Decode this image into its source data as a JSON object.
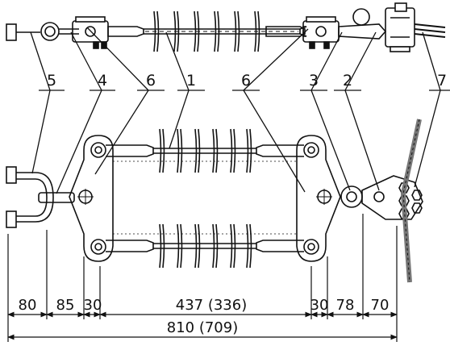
{
  "callouts": [
    "5",
    "4",
    "6",
    "1",
    "6",
    "3",
    "2",
    "7"
  ],
  "dimensions": {
    "segments": [
      "80",
      "85",
      "30",
      "437 (336)",
      "30",
      "78",
      "70"
    ],
    "total": "810 (709)"
  },
  "colors": {
    "ink": "#111111",
    "shade": "#9a9a9a",
    "background": "#ffffff"
  }
}
